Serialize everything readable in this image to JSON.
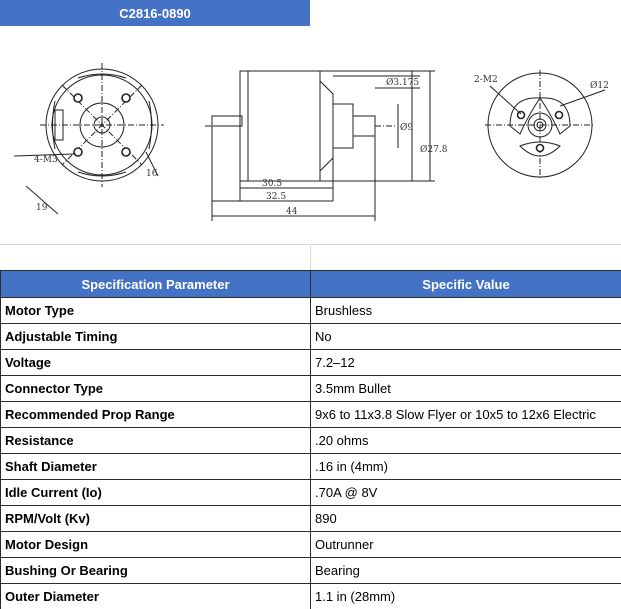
{
  "title": "C2816-0890",
  "drawing": {
    "front_labels": [
      "4-M3",
      "19",
      "16"
    ],
    "side_labels": [
      "Ø3.175",
      "Ø9",
      "Ø27.8",
      "30.5",
      "32.5",
      "44"
    ],
    "back_labels": [
      "2-M2",
      "Ø12"
    ]
  },
  "table": {
    "headers": [
      "Specification Parameter",
      "Specific Value"
    ],
    "rows": [
      {
        "param": "Motor Type",
        "value": "Brushless"
      },
      {
        "param": "Adjustable Timing",
        "value": "No"
      },
      {
        "param": "Voltage",
        "value": "7.2–12"
      },
      {
        "param": "Connector Type",
        "value": "3.5mm Bullet"
      },
      {
        "param": "Recommended Prop Range",
        "value": "9x6 to 11x3.8 Slow Flyer or 10x5 to 12x6 Electric"
      },
      {
        "param": "Resistance",
        "value": ".20 ohms"
      },
      {
        "param": "Shaft Diameter",
        "value": ".16 in (4mm)"
      },
      {
        "param": "Idle Current (Io)",
        "value": ".70A @ 8V"
      },
      {
        "param": "RPM/Volt (Kv)",
        "value": "890"
      },
      {
        "param": "Motor Design",
        "value": "Outrunner"
      },
      {
        "param": "Bushing Or Bearing",
        "value": "Bearing"
      },
      {
        "param": "Outer Diameter",
        "value": "1.1 in (28mm)"
      }
    ]
  }
}
